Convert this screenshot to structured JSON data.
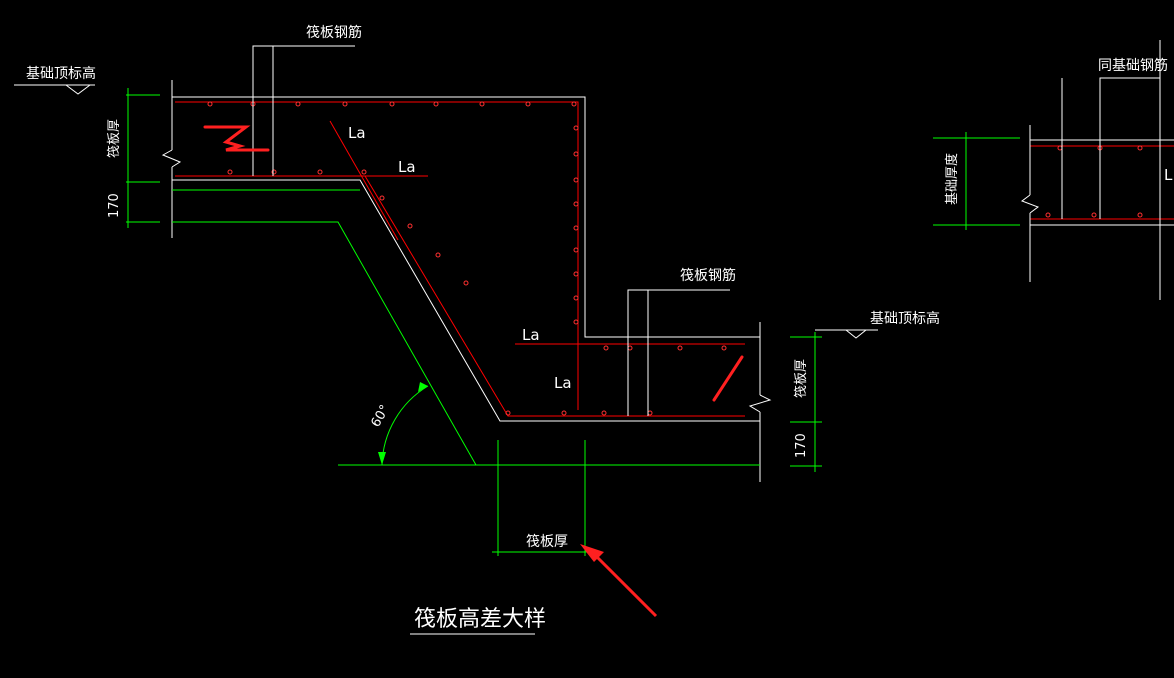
{
  "drawing": {
    "title": "筏板高差大样",
    "colors": {
      "background": "#000000",
      "outline": "#ffffff",
      "rebar": "#ff0000",
      "dimension": "#00ff00",
      "text": "#ffffff",
      "annotation": "#ff2020"
    },
    "labels": {
      "raft_rebar_top_left": "筏板钢筋",
      "raft_rebar_middle": "筏板钢筋",
      "same_foundation_rebar": "同基础钢筋",
      "foundation_top_elev_left": "基础顶标高",
      "foundation_top_elev_right": "基础顶标高",
      "raft_thickness_left": "筏板厚",
      "raft_thickness_right": "筏板厚",
      "raft_thickness_bottom": "筏板厚",
      "foundation_thickness_right": "基础厚度",
      "cushion_left": "170",
      "cushion_right": "170",
      "angle": "60°",
      "la_1": "La",
      "la_2": "La",
      "la_3": "La",
      "la_4": "La",
      "la_partial": "L"
    }
  }
}
